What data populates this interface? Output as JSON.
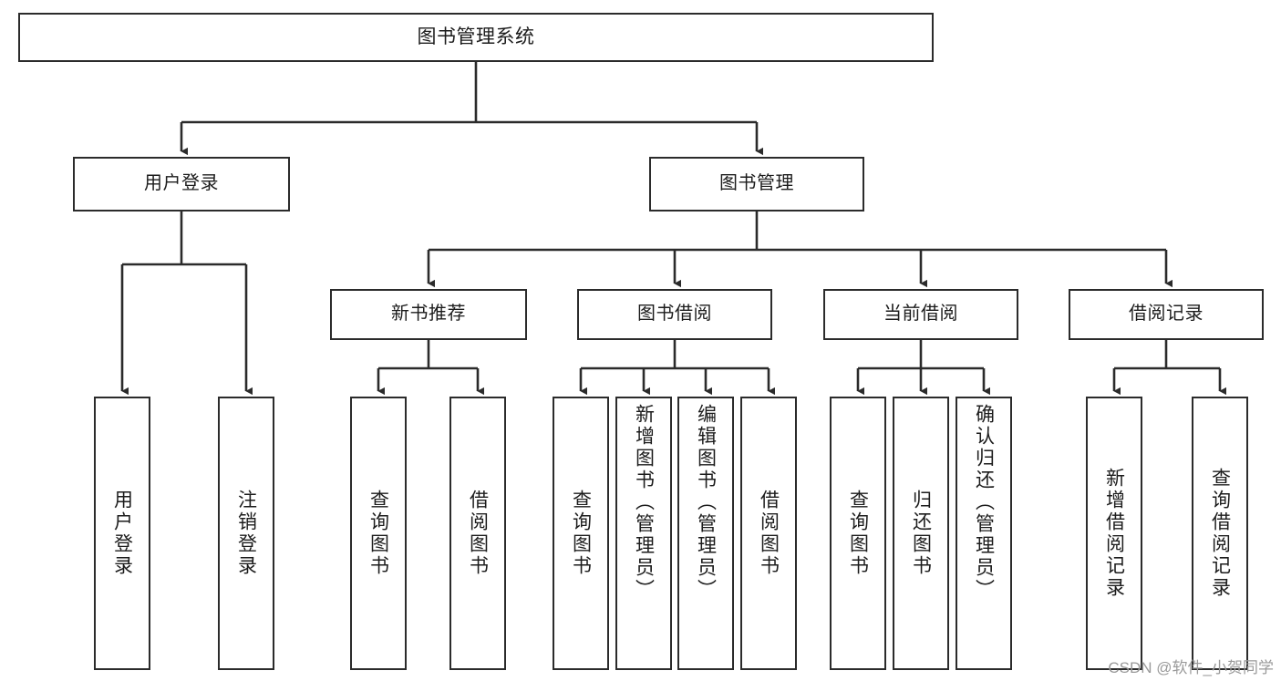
{
  "diagram": {
    "type": "tree-hierarchy-chart",
    "title": "图书管理系统",
    "watermark": "CSDN @软件_小贺同学",
    "colors": {
      "box_border": "#2b2b2b",
      "box_fill": "#ffffff",
      "connector": "#2b2b2b",
      "text": "#1c1c1c",
      "watermark": "#9a9a9a",
      "background": "#ffffff"
    },
    "nodes": {
      "root": {
        "label": "图书管理系统"
      },
      "level2": [
        {
          "label": "用户登录"
        },
        {
          "label": "图书管理"
        }
      ],
      "level3": [
        {
          "label": "新书推荐"
        },
        {
          "label": "图书借阅"
        },
        {
          "label": "当前借阅"
        },
        {
          "label": "借阅记录"
        }
      ],
      "leaves": {
        "user_login": [
          {
            "label": "用户登录"
          },
          {
            "label": "注销登录"
          }
        ],
        "new_book_recommend": [
          {
            "label": "查询图书"
          },
          {
            "label": "借阅图书"
          }
        ],
        "book_borrow": [
          {
            "label": "查询图书"
          },
          {
            "label": "新增图书（管理员）"
          },
          {
            "label": "编辑图书（管理员）"
          },
          {
            "label": "借阅图书"
          }
        ],
        "current_borrow": [
          {
            "label": "查询图书"
          },
          {
            "label": "归还图书"
          },
          {
            "label": "确认归还（管理员）"
          }
        ],
        "borrow_record": [
          {
            "label": "新增借阅记录"
          },
          {
            "label": "查询借阅记录"
          }
        ]
      }
    },
    "chart_data": {
      "type": "tree",
      "title": "图书管理系统",
      "root": "图书管理系统",
      "edges": [
        {
          "from": "图书管理系统",
          "to": "用户登录"
        },
        {
          "from": "图书管理系统",
          "to": "图书管理"
        },
        {
          "from": "用户登录",
          "to": "用户登录"
        },
        {
          "from": "用户登录",
          "to": "注销登录"
        },
        {
          "from": "图书管理",
          "to": "新书推荐"
        },
        {
          "from": "图书管理",
          "to": "图书借阅"
        },
        {
          "from": "图书管理",
          "to": "当前借阅"
        },
        {
          "from": "图书管理",
          "to": "借阅记录"
        },
        {
          "from": "新书推荐",
          "to": "查询图书"
        },
        {
          "from": "新书推荐",
          "to": "借阅图书"
        },
        {
          "from": "图书借阅",
          "to": "查询图书"
        },
        {
          "from": "图书借阅",
          "to": "新增图书（管理员）"
        },
        {
          "from": "图书借阅",
          "to": "编辑图书（管理员）"
        },
        {
          "from": "图书借阅",
          "to": "借阅图书"
        },
        {
          "from": "当前借阅",
          "to": "查询图书"
        },
        {
          "from": "当前借阅",
          "to": "归还图书"
        },
        {
          "from": "当前借阅",
          "to": "确认归还（管理员）"
        },
        {
          "from": "借阅记录",
          "to": "新增借阅记录"
        },
        {
          "from": "借阅记录",
          "to": "查询借阅记录"
        }
      ],
      "depth": 4,
      "leaf_count": 13
    }
  }
}
